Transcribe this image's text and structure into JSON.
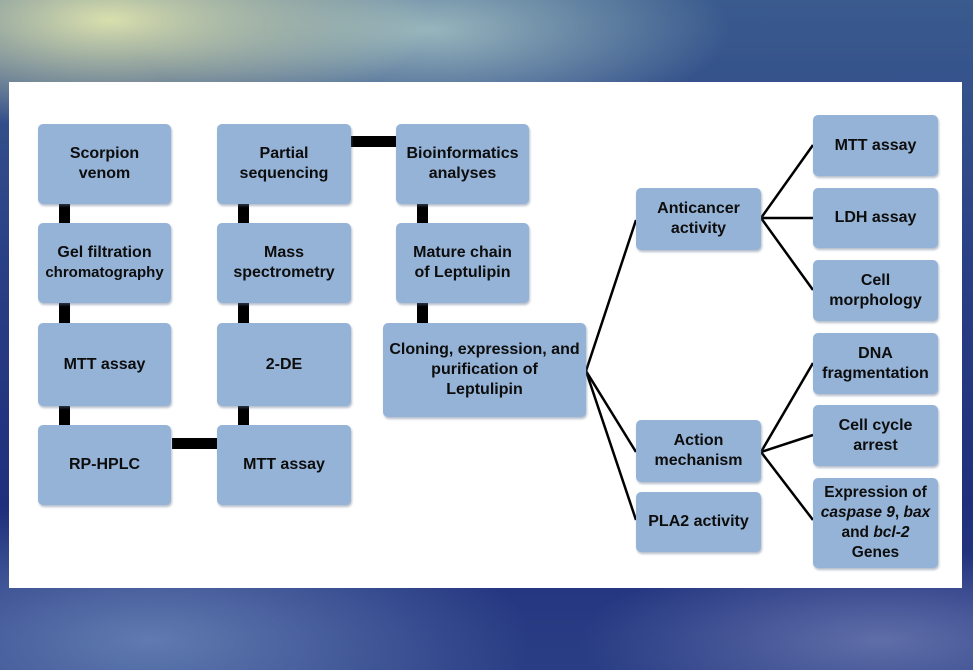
{
  "boxes": {
    "scorpion_venom": [
      "Scorpion",
      "venom"
    ],
    "gel_filtration": [
      "Gel filtration",
      "chromatography"
    ],
    "mtt_assay_1": "MTT assay",
    "rp_hplc": "RP-HPLC",
    "partial_sequencing": [
      "Partial",
      "sequencing"
    ],
    "mass_spectrometry": [
      "Mass",
      "spectrometry"
    ],
    "two_de": "2-DE",
    "mtt_assay_2": "MTT assay",
    "bioinformatics": [
      "Bioinformatics",
      "analyses"
    ],
    "mature_chain": [
      "Mature chain",
      "of Leptulipin"
    ],
    "cloning": [
      "Cloning, expression, and",
      "purification of",
      "Leptulipin"
    ],
    "anticancer": [
      "Anticancer",
      "activity"
    ],
    "action_mechanism": [
      "Action",
      "mechanism"
    ],
    "pla2": "PLA2 activity",
    "mtt_assay_3": "MTT assay",
    "ldh_assay": "LDH assay",
    "cell_morphology": [
      "Cell",
      "morphology"
    ],
    "dna_fragmentation": [
      "DNA",
      "fragmentation"
    ],
    "cell_cycle": [
      "Cell cycle",
      "arrest"
    ],
    "expression": {
      "line1": "Expression of",
      "gene1": "caspase 9",
      "sep1": ", ",
      "gene2": "bax",
      "line3_pre": "and ",
      "gene3": "bcl-2",
      "line4": "Genes"
    }
  }
}
